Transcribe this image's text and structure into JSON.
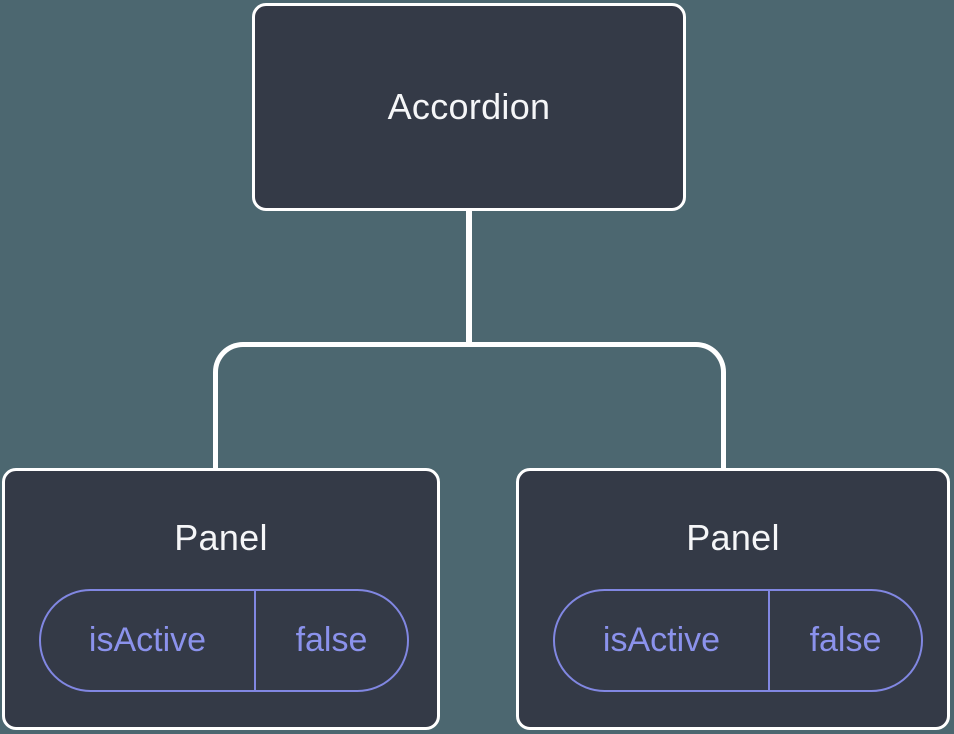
{
  "diagram": {
    "type": "component-tree",
    "colors": {
      "background": "#4C6770",
      "node_fill": "#343A47",
      "node_border": "#FFFFFF",
      "node_text": "#F5F6F8",
      "connector_line": "#FFFFFF",
      "pill_border": "#8187E2",
      "pill_text": "#8B92EC"
    },
    "root": {
      "label": "Accordion"
    },
    "children": [
      {
        "label": "Panel",
        "state": {
          "key": "isActive",
          "value": "false"
        }
      },
      {
        "label": "Panel",
        "state": {
          "key": "isActive",
          "value": "false"
        }
      }
    ]
  }
}
